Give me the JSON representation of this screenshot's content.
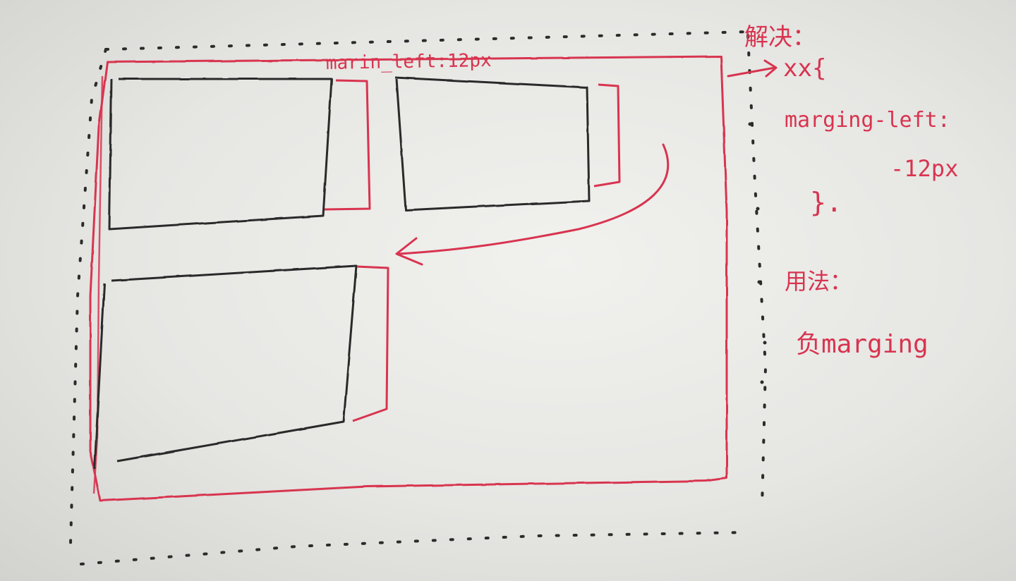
{
  "annotations": {
    "gap_label": "marin_left:12px",
    "solution_heading": "解决：",
    "css_selector": "xx{",
    "css_property": "marging-left:",
    "css_value": "-12px",
    "css_close": "}.",
    "method_heading": "用法：",
    "method_text": "负marging"
  },
  "colors": {
    "ink_red": "#d8344f",
    "ink_black": "#2b2b2b",
    "paper": "#ececea"
  }
}
